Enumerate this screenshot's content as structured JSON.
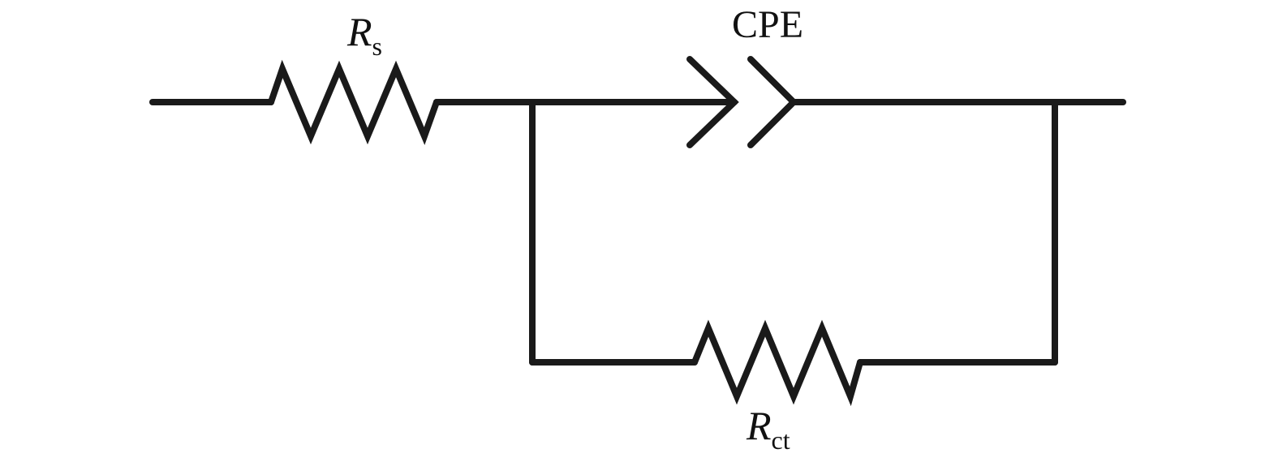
{
  "components": {
    "series_resistor": {
      "symbol": "R",
      "subscript": "s"
    },
    "constant_phase_element": {
      "label": "CPE"
    },
    "charge_transfer_resistor": {
      "symbol": "R",
      "subscript": "ct"
    }
  },
  "colors": {
    "wire": "#1a1a1a",
    "text": "#111111",
    "background": "#ffffff"
  }
}
